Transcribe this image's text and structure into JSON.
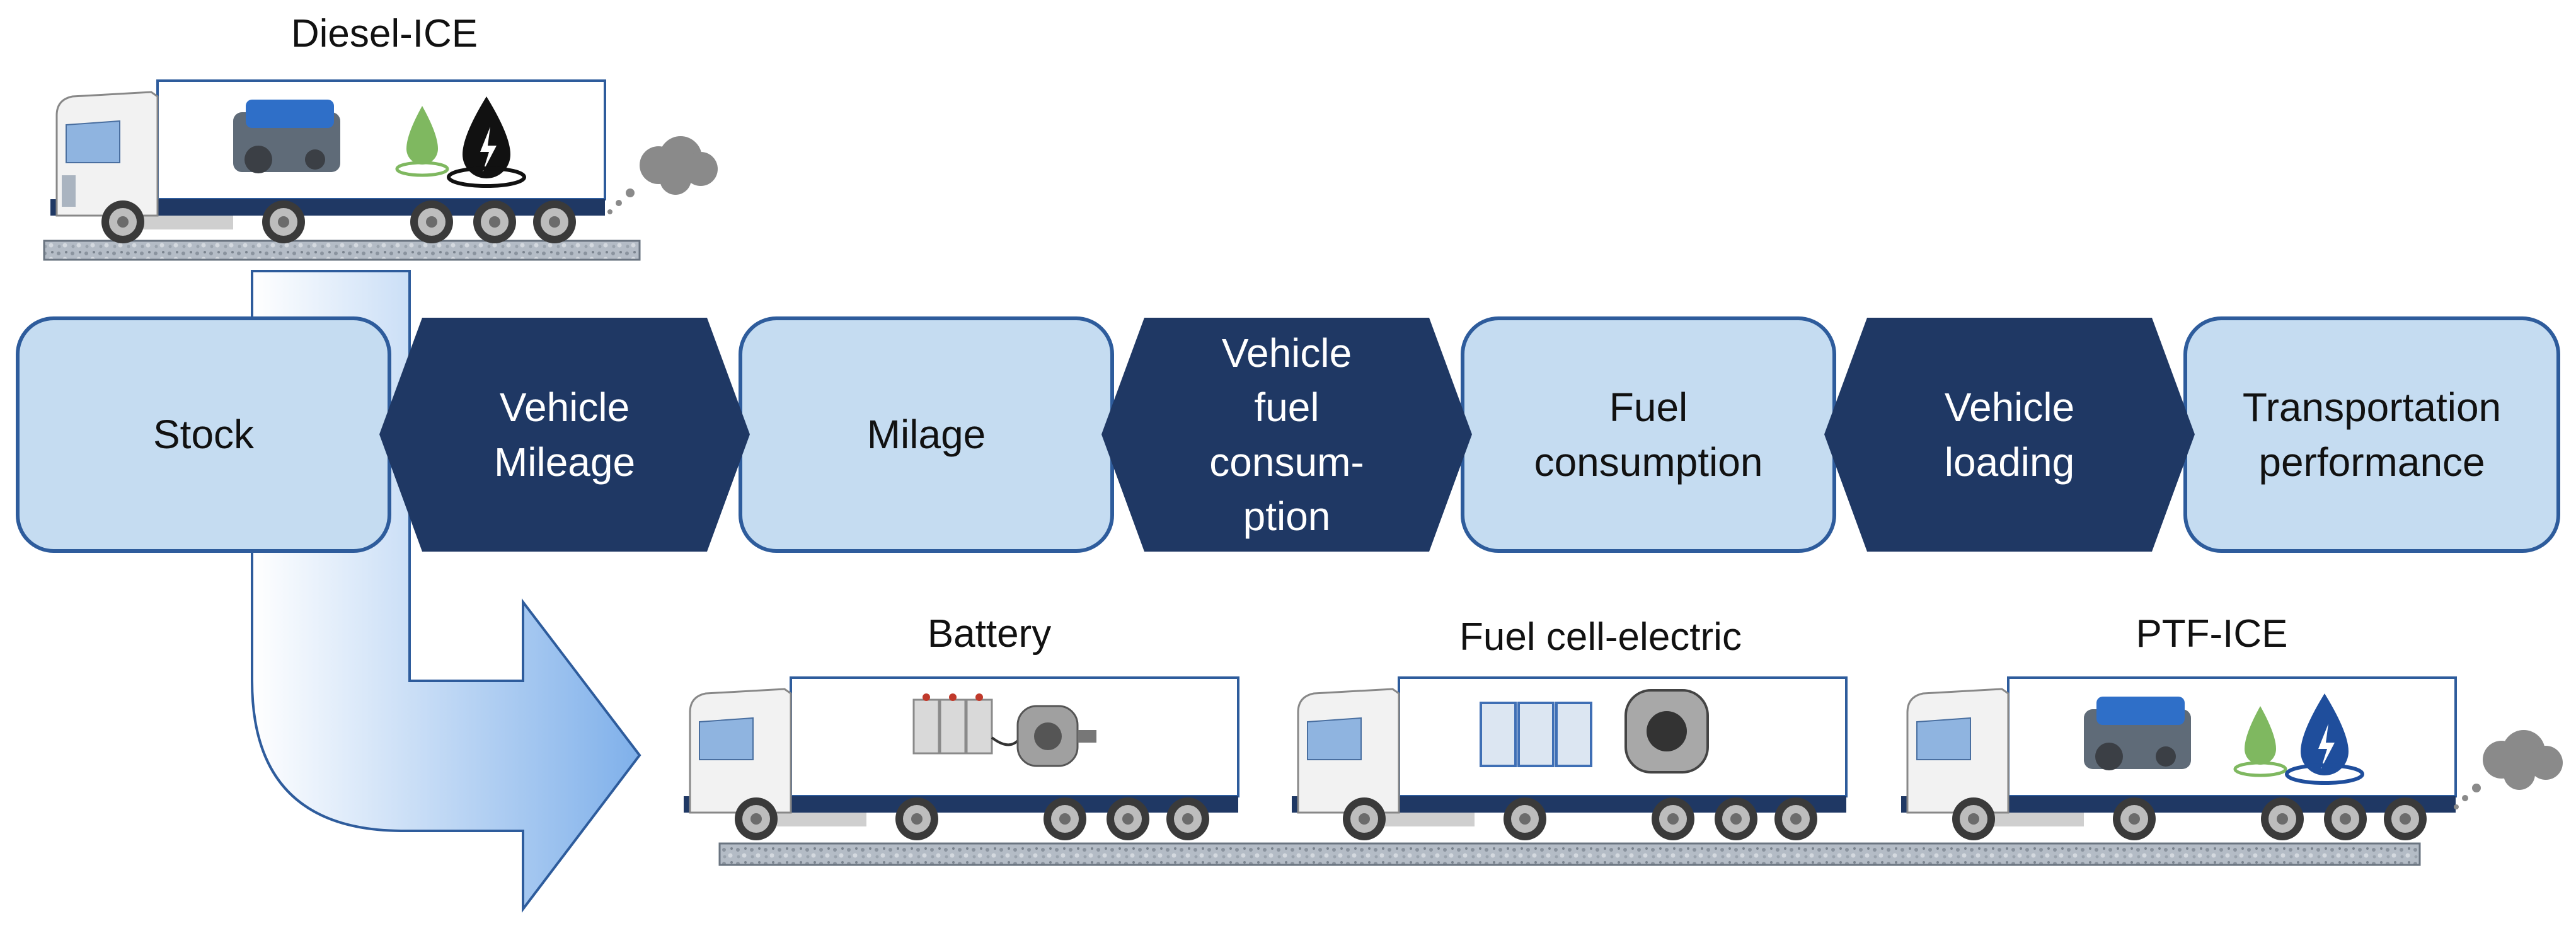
{
  "diagram": {
    "top_vehicle": {
      "label": "Diesel-ICE"
    },
    "chain": [
      {
        "kind": "box",
        "label": "Stock"
      },
      {
        "kind": "hex",
        "label": "Vehicle\nMileage"
      },
      {
        "kind": "box",
        "label": "Milage"
      },
      {
        "kind": "hex",
        "label": "Vehicle\nfuel\nconsum-\nption"
      },
      {
        "kind": "box",
        "label": "Fuel\nconsumption"
      },
      {
        "kind": "hex",
        "label": "Vehicle\nloading"
      },
      {
        "kind": "box",
        "label": "Transportation\nperformance"
      }
    ],
    "bottom_vehicles": [
      {
        "label": "Battery"
      },
      {
        "label": "Fuel cell-electric"
      },
      {
        "label": "PTF-ICE"
      }
    ]
  },
  "colors": {
    "box_fill": "#c5dcf1",
    "box_border": "#2e5c9c",
    "hex_fill": "#1f3864",
    "road": "#9ba6b3",
    "chassis": "#1f3864"
  }
}
